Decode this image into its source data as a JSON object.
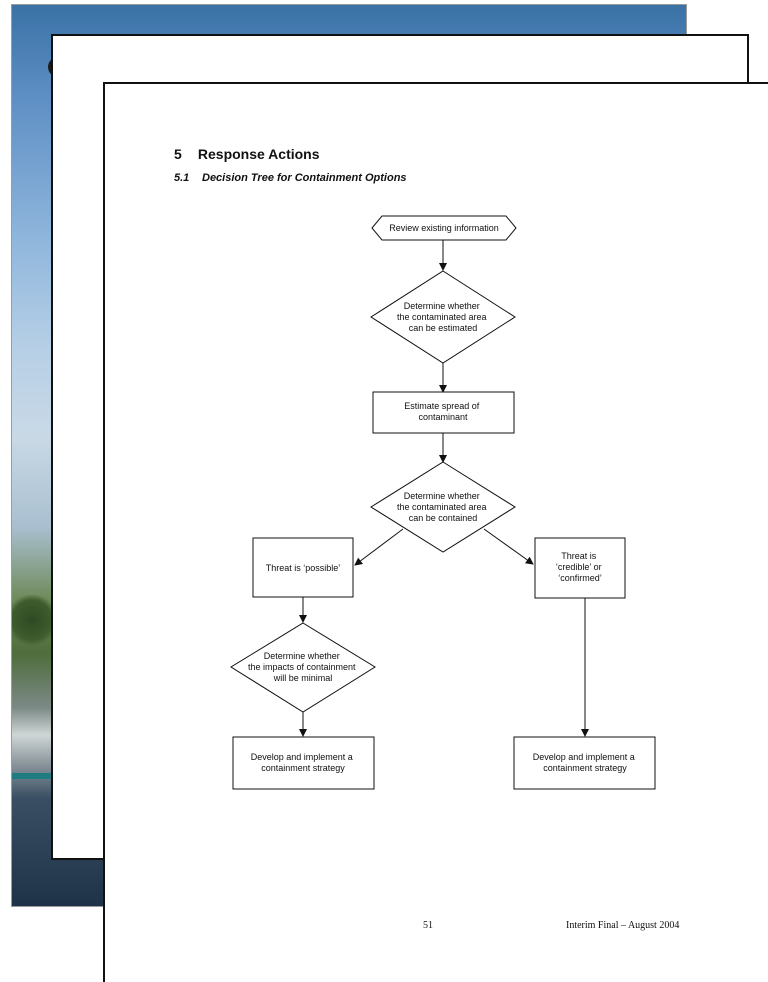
{
  "document": {
    "section_number": "5",
    "section_title": "Response Actions",
    "subsection_number": "5.1",
    "subsection_title": "Decision Tree for Containment Options",
    "footer_page_number": "51",
    "footer_note": "Interim Final – August 2004"
  },
  "flowchart": {
    "review": [
      "Review existing information"
    ],
    "decision_estimate": [
      "Determine whether",
      "the contaminated area",
      "can be estimated"
    ],
    "estimate_spread": [
      "Estimate spread of",
      "contaminant"
    ],
    "decision_contain": [
      "Determine whether",
      "the contaminated area",
      "can be contained"
    ],
    "threat_possible": [
      "Threat is ‘possible’"
    ],
    "threat_credible": [
      "Threat is",
      "‘credible’ or",
      "‘confirmed’"
    ],
    "decision_impacts": [
      "Determine whether",
      "the impacts of containment",
      "will be minimal"
    ],
    "develop_left": [
      "Develop and implement a",
      "containment strategy"
    ],
    "develop_right": [
      "Develop and implement a",
      "containment strategy"
    ]
  }
}
